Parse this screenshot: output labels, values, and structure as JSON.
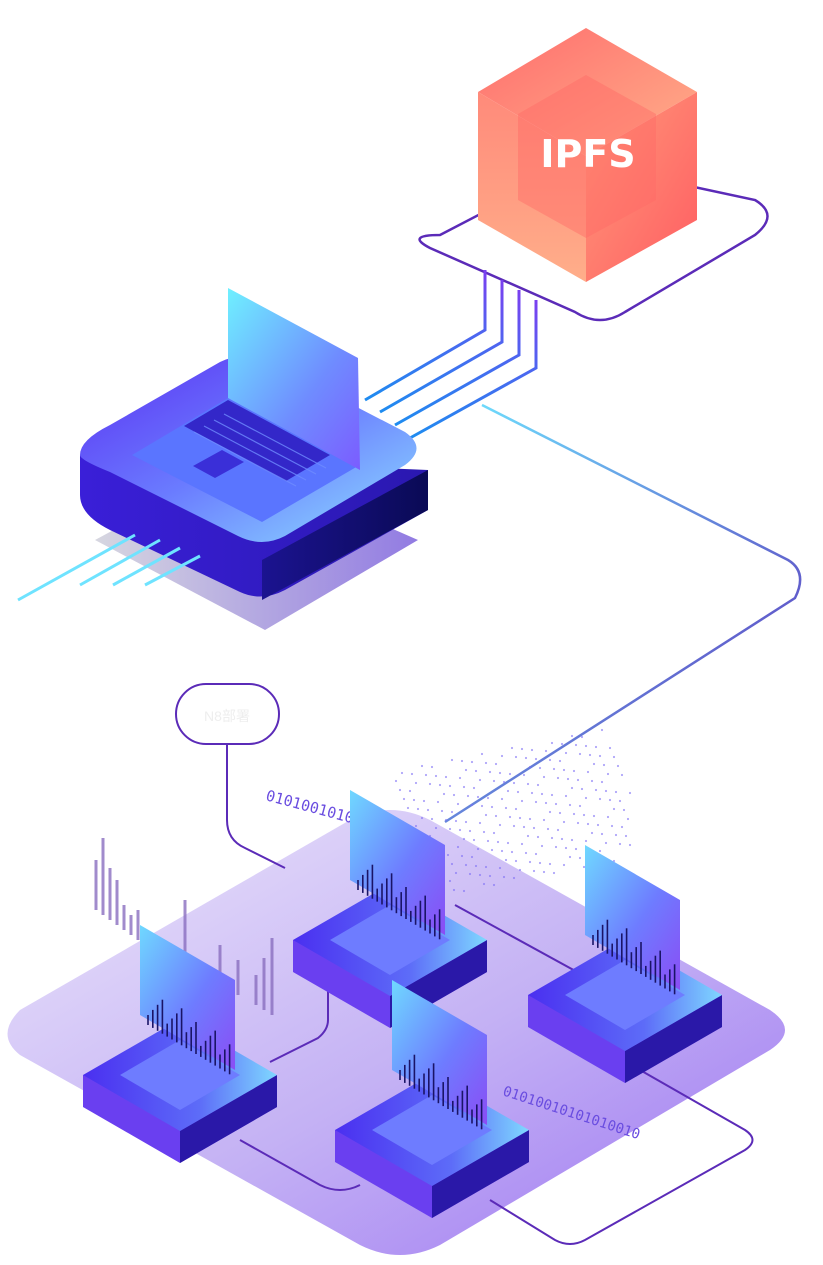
{
  "ipfs": {
    "label": "IPFS"
  },
  "node_label": {
    "text": "N8部署"
  },
  "binary_streams": [
    {
      "text": "01010010101"
    },
    {
      "text": "01010010101010010"
    }
  ],
  "colors": {
    "ipfs_light": "#ffb07a",
    "ipfs_dark": "#ff5a5f",
    "platform_blue": "#3b3bf5",
    "platform_cyan": "#6fe3ff",
    "line_purple": "#5b2bb8",
    "line_blue": "#1e8cf0",
    "floor_lavender": "#c9b8f5"
  },
  "icons": [
    "ipfs-cube-icon",
    "laptop-icon",
    "monitor-icon",
    "bar-chart-icon"
  ]
}
